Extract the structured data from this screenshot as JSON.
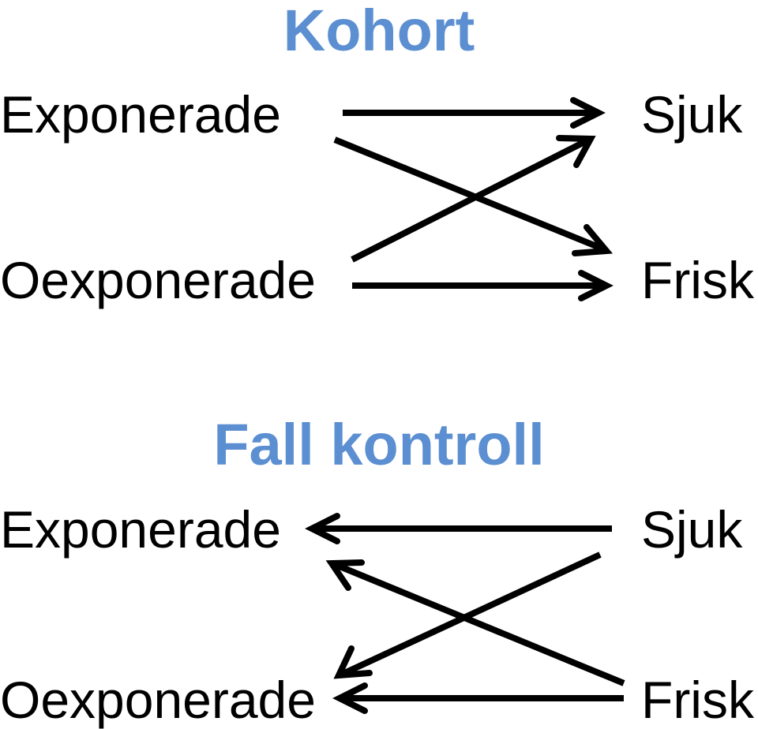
{
  "colors": {
    "heading": "#5b8fd1",
    "text": "#000000",
    "arrow": "#000000"
  },
  "cohort": {
    "title": "Kohort",
    "left_top": "Exponerade",
    "left_bottom": "Oexponerade",
    "right_top": "Sjuk",
    "right_bottom": "Frisk",
    "arrows": [
      {
        "from": "Exponerade",
        "to": "Sjuk"
      },
      {
        "from": "Exponerade",
        "to": "Frisk"
      },
      {
        "from": "Oexponerade",
        "to": "Sjuk"
      },
      {
        "from": "Oexponerade",
        "to": "Frisk"
      }
    ]
  },
  "case_control": {
    "title": "Fall kontroll",
    "left_top": "Exponerade",
    "left_bottom": "Oexponerade",
    "right_top": "Sjuk",
    "right_bottom": "Frisk",
    "arrows": [
      {
        "from": "Sjuk",
        "to": "Exponerade"
      },
      {
        "from": "Sjuk",
        "to": "Oexponerade"
      },
      {
        "from": "Frisk",
        "to": "Exponerade"
      },
      {
        "from": "Frisk",
        "to": "Oexponerade"
      }
    ]
  }
}
